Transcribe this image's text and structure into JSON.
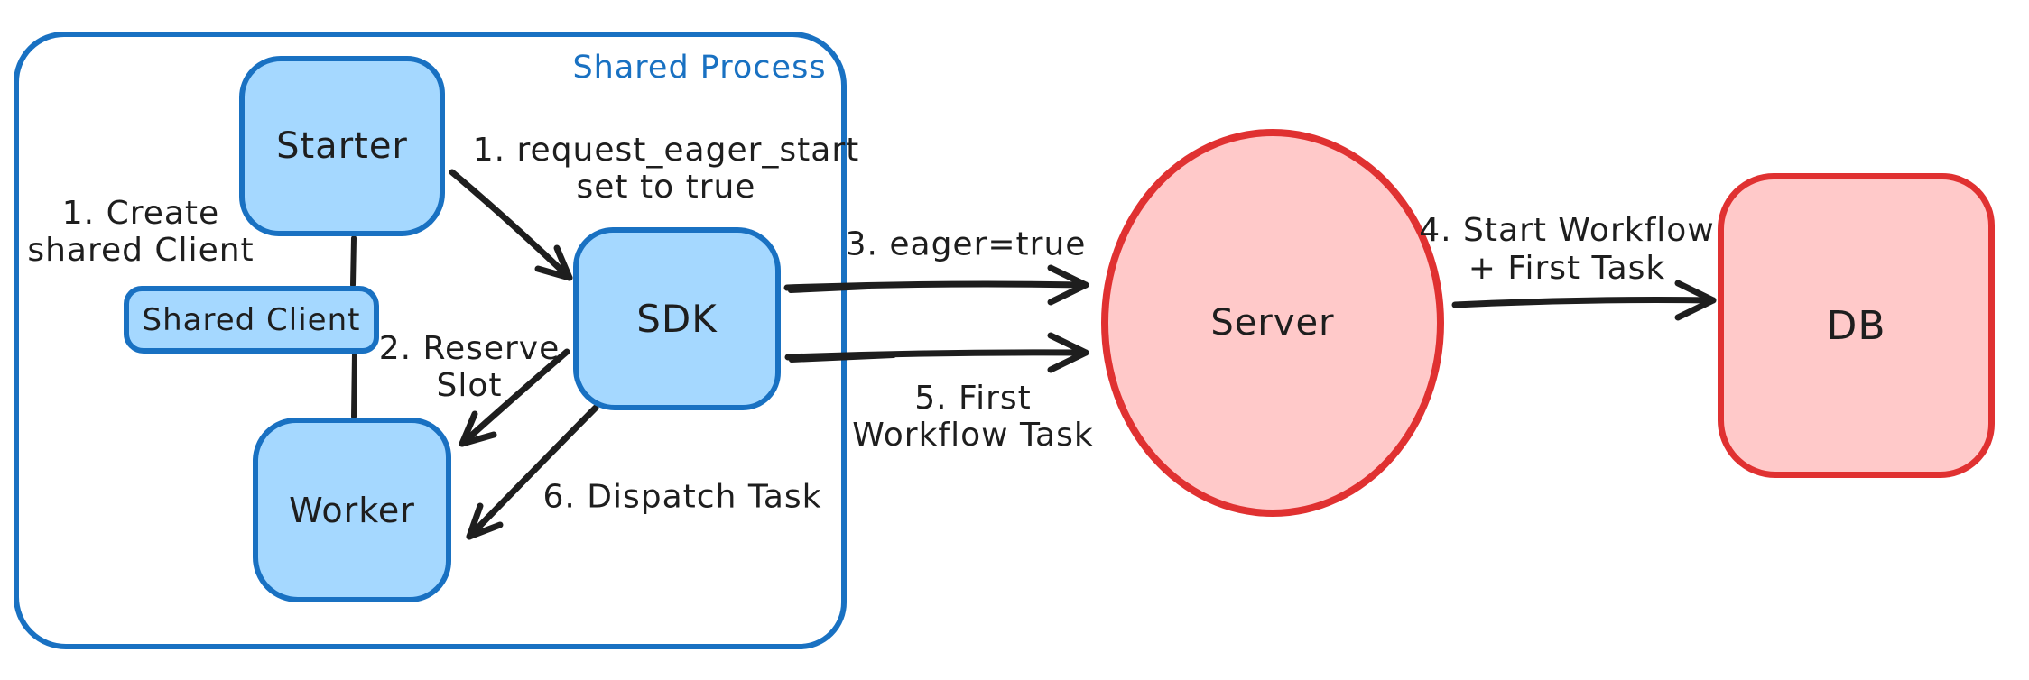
{
  "diagram": {
    "group_label": "Shared Process",
    "nodes": {
      "starter": "Starter",
      "shared_client": "Shared Client",
      "worker": "Worker",
      "sdk": "SDK",
      "server": "Server",
      "db": "DB"
    },
    "edge_labels": {
      "create_shared_client": "1. Create\nshared Client",
      "request_eager_start": "1. request_eager_start\nset to true",
      "reserve_slot": "2. Reserve\nSlot",
      "eager_true": "3. eager=true",
      "start_workflow_first_task": "4. Start Workflow\n+ First Task",
      "first_workflow_task": "5. First\nWorkflow Task",
      "dispatch_task": "6. Dispatch Task"
    },
    "colors": {
      "blue_stroke": "#1971c2",
      "blue_fill": "#a5d8ff",
      "red_stroke": "#e03131",
      "red_fill": "#ffc9c9",
      "line": "#1e1e1e",
      "background": "#ffffff"
    }
  }
}
